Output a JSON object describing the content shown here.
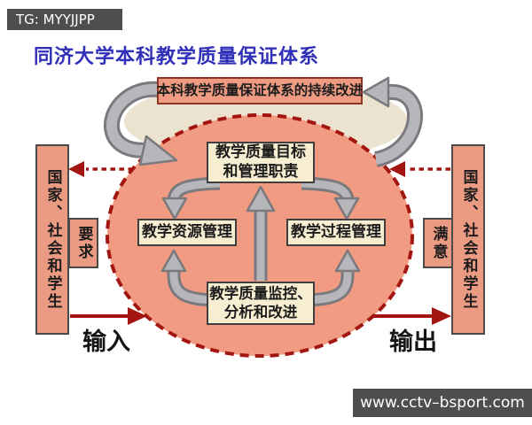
{
  "watermarks": {
    "top_left": "TG: MYYJJPP",
    "bottom_right": "www.cctv–bsport.com"
  },
  "title": "同济大学本科教学质量保证体系",
  "diagram": {
    "improvement": "本科教学质量保证体系的持续改进",
    "goal": {
      "line1": "教学质量目标",
      "line2": "和管理职责"
    },
    "resource": "教学资源管理",
    "process": "教学过程管理",
    "monitor": {
      "line1": "教学质量监控、",
      "line2": "分析和改进"
    },
    "stakeholder_left": "国家、社会和学生",
    "stakeholder_right": "国家、社会和学生",
    "requirement": "要求",
    "satisfaction": "满意",
    "input": "输入",
    "output": "输出"
  },
  "colors": {
    "accent_red": "#a31510",
    "ellipse_salmon": "#f09b82",
    "cream_box": "#f7edd0",
    "cream_blob": "#ebe3cf",
    "title_blue": "#2f2fb8",
    "gray_arrow_fill": "#b6b6bb",
    "gray_arrow_edge": "#7a7a7e",
    "watermark_bar": "#4e4e50"
  }
}
